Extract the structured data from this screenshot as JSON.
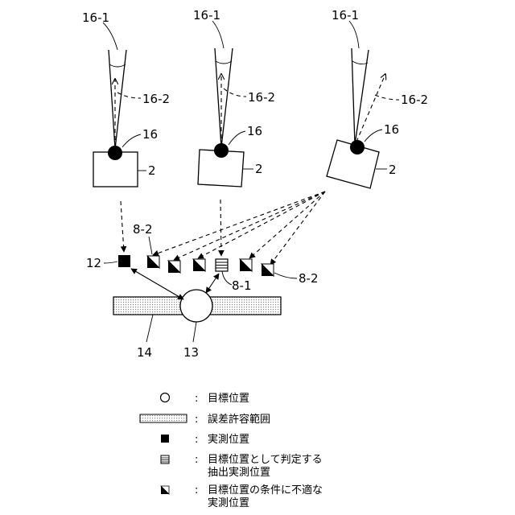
{
  "labels": {
    "angle": "16-1",
    "beam": "16-2",
    "light": "16",
    "body": "2",
    "unsuitable": "8-2",
    "extracted": "8-1",
    "actual": "12",
    "tolerance": "14",
    "target": "13"
  },
  "legend": {
    "sep": ":",
    "target": "目標位置",
    "tolerance": "誤差許容範囲",
    "actual": "実測位置",
    "extracted_1": "目標位置として判定する",
    "extracted_2": "抽出実測位置",
    "unsuitable_1": "目標位置の条件に不適な",
    "unsuitable_2": "実測位置"
  }
}
